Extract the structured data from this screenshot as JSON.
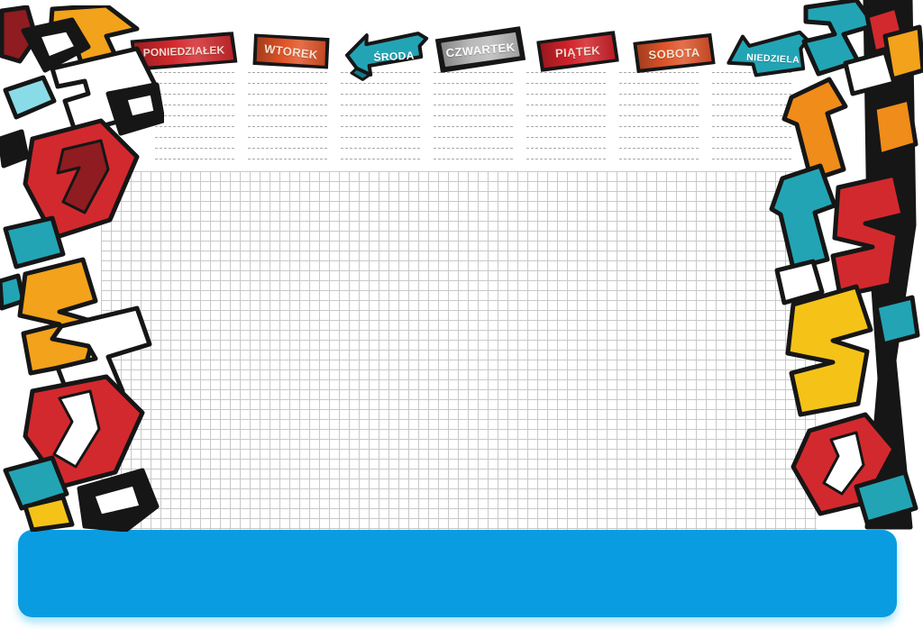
{
  "week": {
    "days": [
      {
        "label": "PONIEDZIAŁEK",
        "shape": "banner",
        "fill": "#d2292e",
        "text_color": "#f2d8cb"
      },
      {
        "label": "WTOREK",
        "shape": "banner",
        "fill": "#e05326",
        "text_color": "#f6e3cf"
      },
      {
        "label": "ŚRODA",
        "shape": "arrow-left",
        "fill": "#23a4b4",
        "text_color": "#ffffff"
      },
      {
        "label": "CZWARTEK",
        "shape": "banner",
        "fill": "#b9b9b9",
        "text_color": "#fafafa"
      },
      {
        "label": "PIĄTEK",
        "shape": "banner",
        "fill": "#d2222a",
        "text_color": "#f2d8cb"
      },
      {
        "label": "SOBOTA",
        "shape": "banner",
        "fill": "#e0542a",
        "text_color": "#f6e3cf"
      },
      {
        "label": "NIEDZIELA",
        "shape": "arrow-left-down",
        "fill": "#23a0b0",
        "text_color": "#ffffff"
      }
    ]
  },
  "notes": {
    "columns": 7,
    "lines_per_column": 9
  },
  "colors": {
    "red": "#d2292e",
    "red-dark": "#8f1c20",
    "orange": "#e05326",
    "orange-deep": "#ef8c1a",
    "yellow": "#f2a21b",
    "gold": "#f5c318",
    "teal": "#23a4b4",
    "teal-light": "#8adbe8",
    "silver": "#b9b9b9",
    "ink": "#161616",
    "blue": "#0a9ce1"
  }
}
